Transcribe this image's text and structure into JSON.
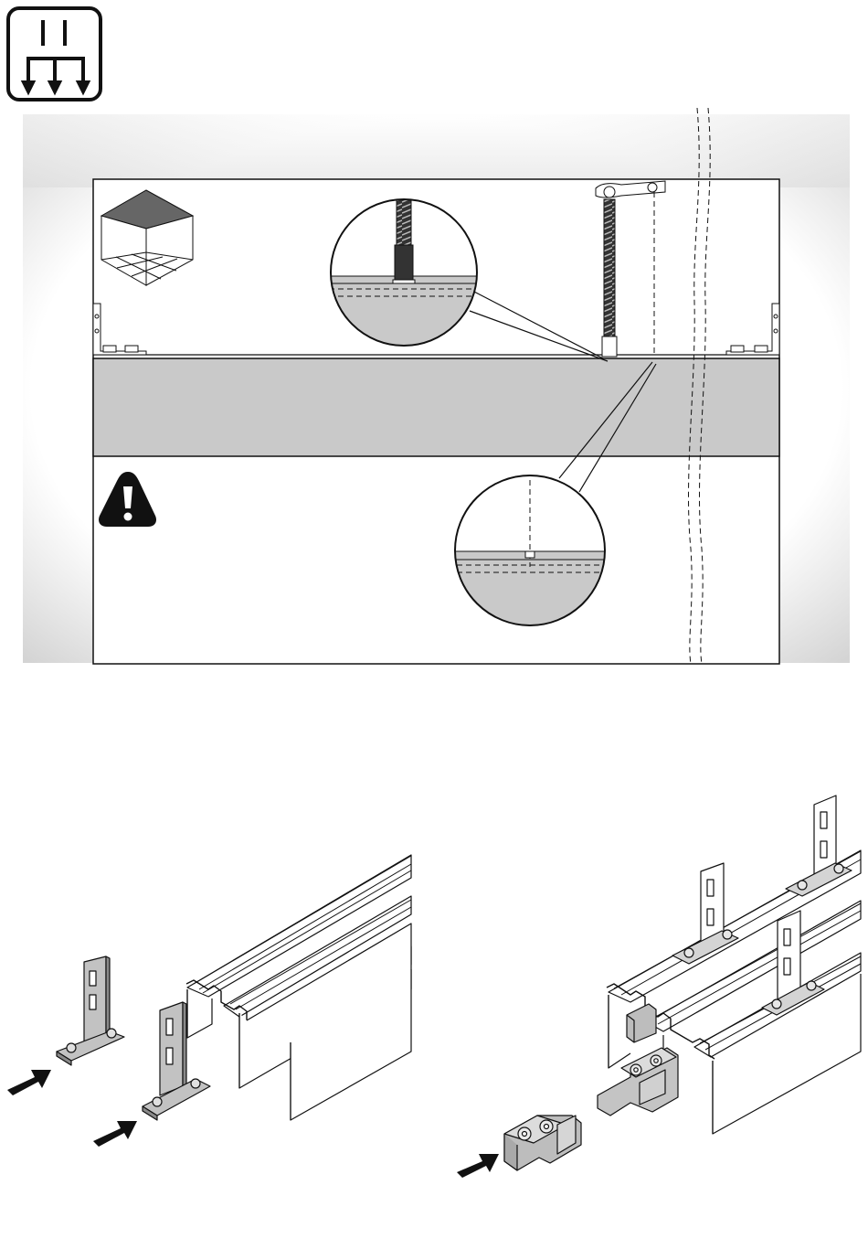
{
  "colors": {
    "ink": "#111111",
    "wall_shadow": "#d6d6d6",
    "beam_fill": "#c9c9c9",
    "metal_fill": "#bfbfbf",
    "warning_fill": "#111111"
  },
  "icons": {
    "step_icon": "three-drop-lines-icon",
    "room_icon": "room-perspective-icon",
    "warning_icon": "warning-triangle-icon",
    "insert_arrows": "push-arrow-icon"
  },
  "sections": {
    "top": "ceiling-installation-with-threaded-rod",
    "bottom_left": "end-bracket-insertion-into-track",
    "bottom_right": "carrier-insertion-into-track"
  }
}
